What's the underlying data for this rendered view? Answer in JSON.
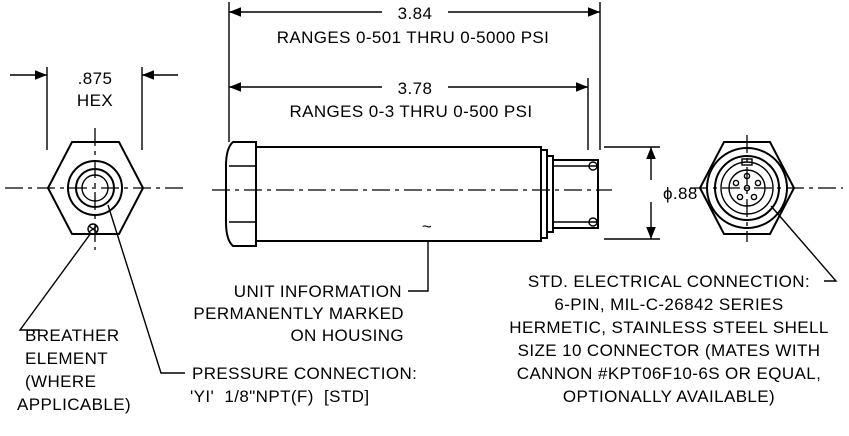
{
  "dimensions": {
    "hex_width": ".875",
    "hex_label": "HEX",
    "length_high": "3.84",
    "range_high": "RANGES 0-501 THRU 0-5000 PSI",
    "length_low": "3.78",
    "range_low": "RANGES 0-3 THRU 0-500 PSI",
    "diameter": "ϕ.88",
    "tilde": "~"
  },
  "notes": {
    "breather": [
      "BREATHER",
      "ELEMENT",
      "(WHERE",
      "APPLICABLE)"
    ],
    "pressure": [
      "PRESSURE CONNECTION:",
      "'YI'  1/8\"NPT(F)  [STD]"
    ],
    "unit_info": [
      "UNIT INFORMATION",
      "PERMANENTLY MARKED",
      "ON HOUSING"
    ],
    "electrical": [
      "STD. ELECTRICAL CONNECTION:",
      "6-PIN, MIL-C-26842 SERIES",
      "HERMETIC, STAINLESS STEEL SHELL",
      "SIZE 10 CONNECTOR (MATES WITH",
      "CANNON #KPT06F10-6S OR EQUAL,",
      "OPTIONALLY AVAILABLE)"
    ]
  }
}
